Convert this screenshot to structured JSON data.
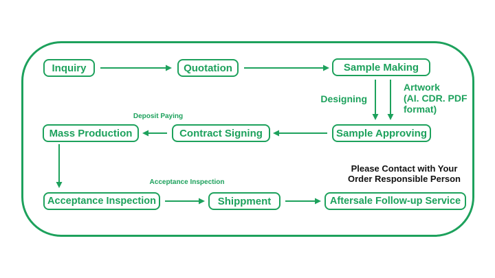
{
  "theme": {
    "green": "#1da15c",
    "text_black": "#111111",
    "bg": "#ffffff"
  },
  "nodes": {
    "inquiry": "Inquiry",
    "quotation": "Quotation",
    "sample_making": "Sample Making",
    "mass_production": "Mass Production",
    "contract_signing": "Contract Signing",
    "sample_approving": "Sample Approving",
    "acceptance_inspection": "Acceptance Inspection",
    "shippment": "Shippment",
    "aftersale": "Aftersale Follow-up Service"
  },
  "labels": {
    "deposit_paying": "Deposit Paying",
    "designing": "Designing",
    "artwork_lines": [
      "Artwork",
      "(AI. CDR. PDF",
      "format)"
    ],
    "acceptance_inspection": "Acceptance Inspection",
    "contact_lines": [
      "Please Contact with Your",
      "Order Responsible Person"
    ]
  }
}
